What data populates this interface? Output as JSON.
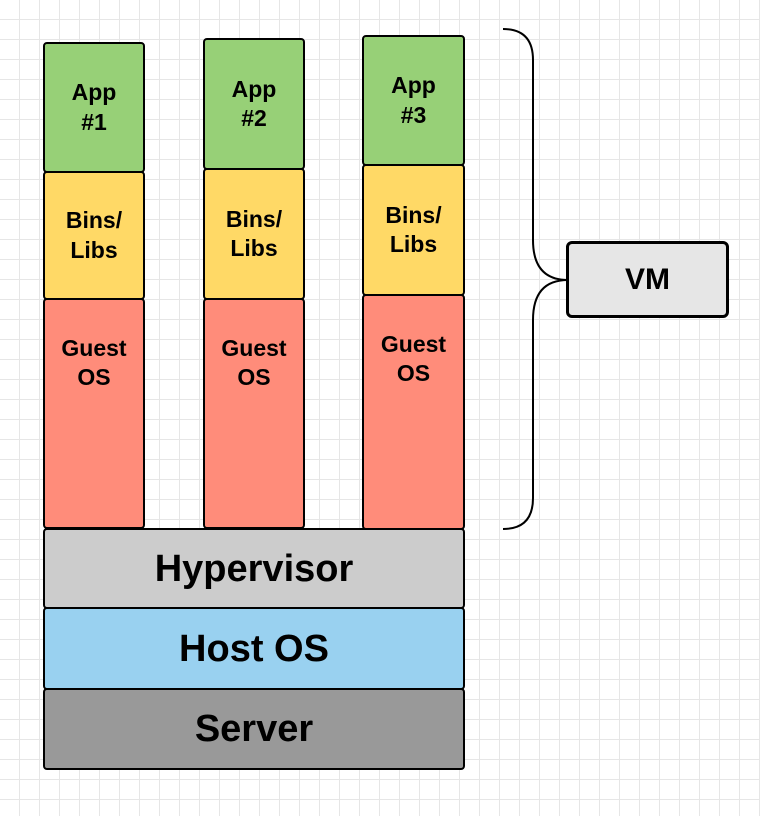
{
  "stacks": [
    {
      "app": "App\n#1",
      "bins": "Bins/\nLibs",
      "os": "Guest\nOS"
    },
    {
      "app": "App\n#2",
      "bins": "Bins/\nLibs",
      "os": "Guest\nOS"
    },
    {
      "app": "App\n#3",
      "bins": "Bins/\nLibs",
      "os": "Guest\nOS"
    }
  ],
  "layers": {
    "hypervisor": "Hypervisor",
    "host_os": "Host OS",
    "server": "Server"
  },
  "vm_label": "VM"
}
